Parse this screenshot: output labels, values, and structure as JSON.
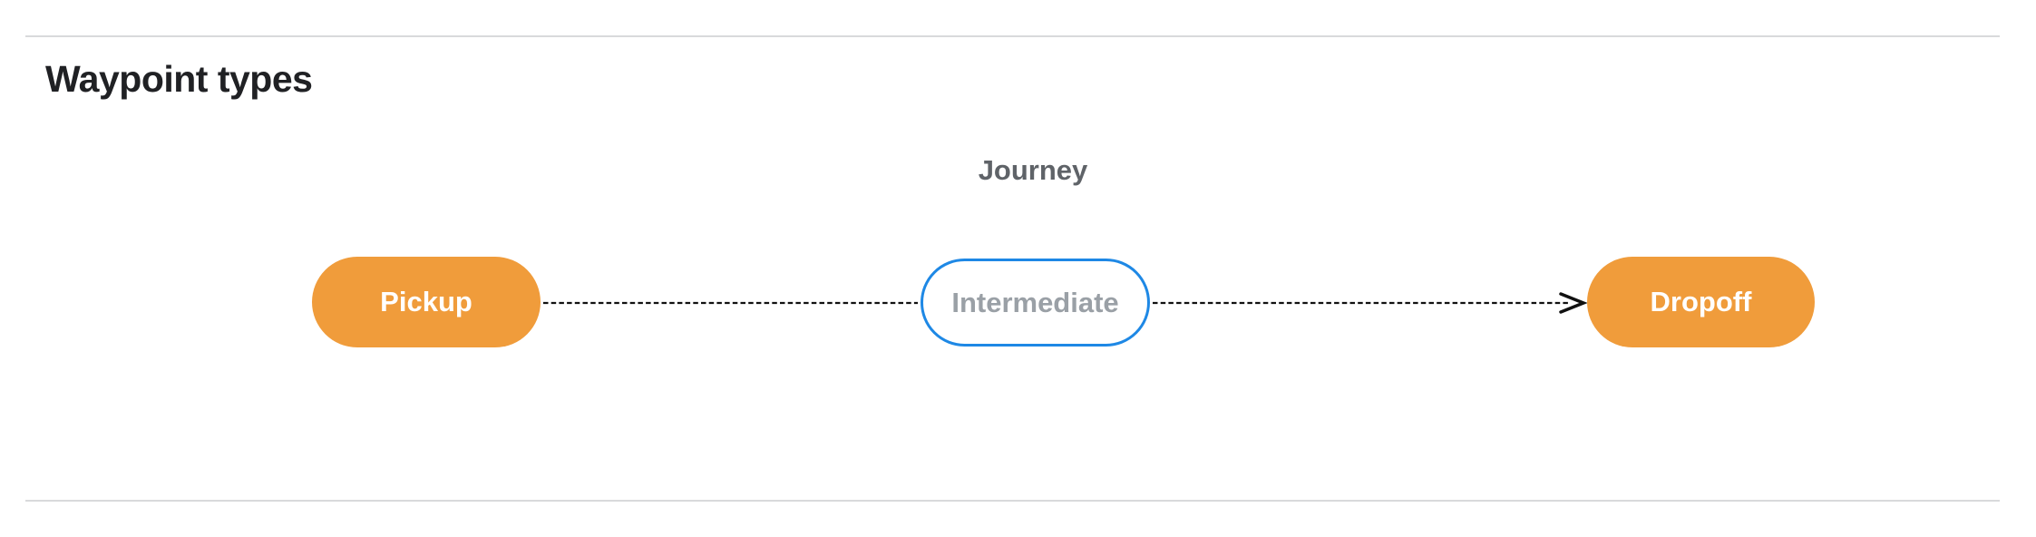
{
  "header": {
    "title": "Waypoint types"
  },
  "diagram": {
    "journey_label": "Journey",
    "nodes": [
      {
        "id": "pickup",
        "label": "Pickup",
        "kind": "terminal-filled"
      },
      {
        "id": "intermediate",
        "label": "Intermediate",
        "kind": "outlined"
      },
      {
        "id": "dropoff",
        "label": "Dropoff",
        "kind": "terminal-filled"
      }
    ],
    "connectors": [
      {
        "from": "pickup",
        "to": "intermediate",
        "style": "dashed",
        "arrow": false
      },
      {
        "from": "intermediate",
        "to": "dropoff",
        "style": "dashed",
        "arrow": true
      }
    ]
  },
  "colors": {
    "background": "#ffffff",
    "heading_text": "#202124",
    "journey_text": "#5f6368",
    "terminal_fill": "#f09c3b",
    "terminal_text": "#ffffff",
    "intermediate_border": "#1e88e5",
    "intermediate_text": "#9aa0a6",
    "connector": "#111111",
    "divider": "#d9dadb"
  }
}
